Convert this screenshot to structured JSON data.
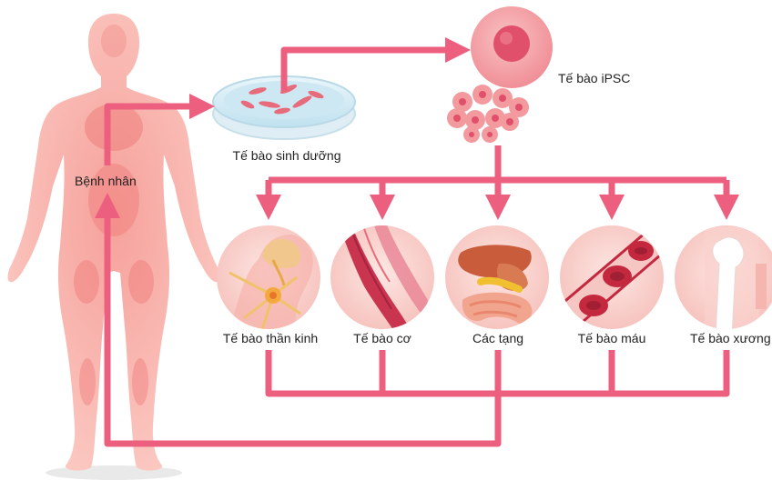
{
  "patient_label": "Bệnh nhân",
  "dish_label": "Tế bào sinh dưỡng",
  "ipsc_label": "Tế bào iPSC",
  "targets": [
    {
      "label": "Tế bào thần kinh",
      "icon": "neuron-brain-icon"
    },
    {
      "label": "Tế bào cơ",
      "icon": "muscle-fiber-icon"
    },
    {
      "label": "Các tạng",
      "icon": "organs-icon"
    },
    {
      "label": "Tế bào máu",
      "icon": "blood-cells-icon"
    },
    {
      "label": "Tế bào xương",
      "icon": "bone-icon"
    }
  ],
  "colors": {
    "arrow": "#ec5f7e",
    "body": "#f7a9a2",
    "body_highlight": "#ee6f73",
    "circle_bg": "#fbd9d4",
    "ipsc": "#f39a9f",
    "ipsc_nucleus": "#e0506a",
    "muscle": "#c9344e",
    "blood_cell": "#c4283f"
  }
}
